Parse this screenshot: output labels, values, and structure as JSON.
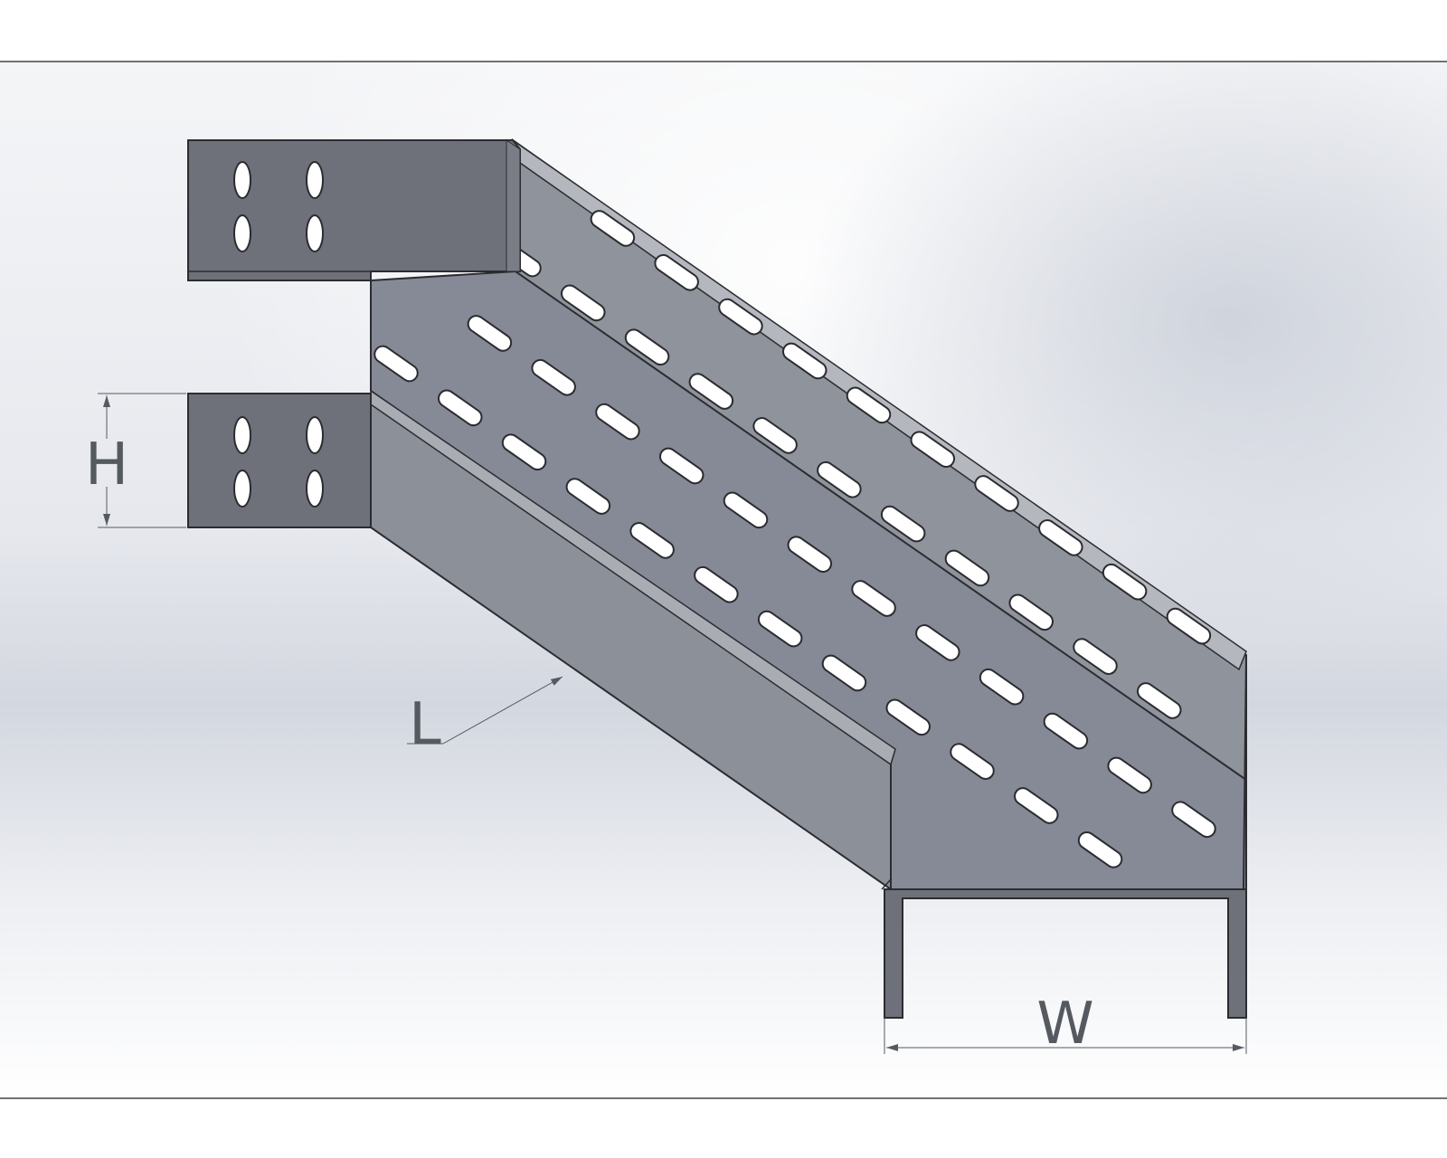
{
  "drawing": {
    "type": "perforated cable tray bend / offset",
    "dimensions": {
      "height_label": "H",
      "length_label": "L",
      "width_label": "W"
    },
    "colors": {
      "background_light": "#ffffff",
      "background_band": "#cfd3dc",
      "metal_light": "#9a9ea8",
      "metal_mid": "#8a8e98",
      "metal_dark": "#6e7179",
      "outline": "#2b2c30",
      "dimension_line": "#555a60"
    }
  }
}
